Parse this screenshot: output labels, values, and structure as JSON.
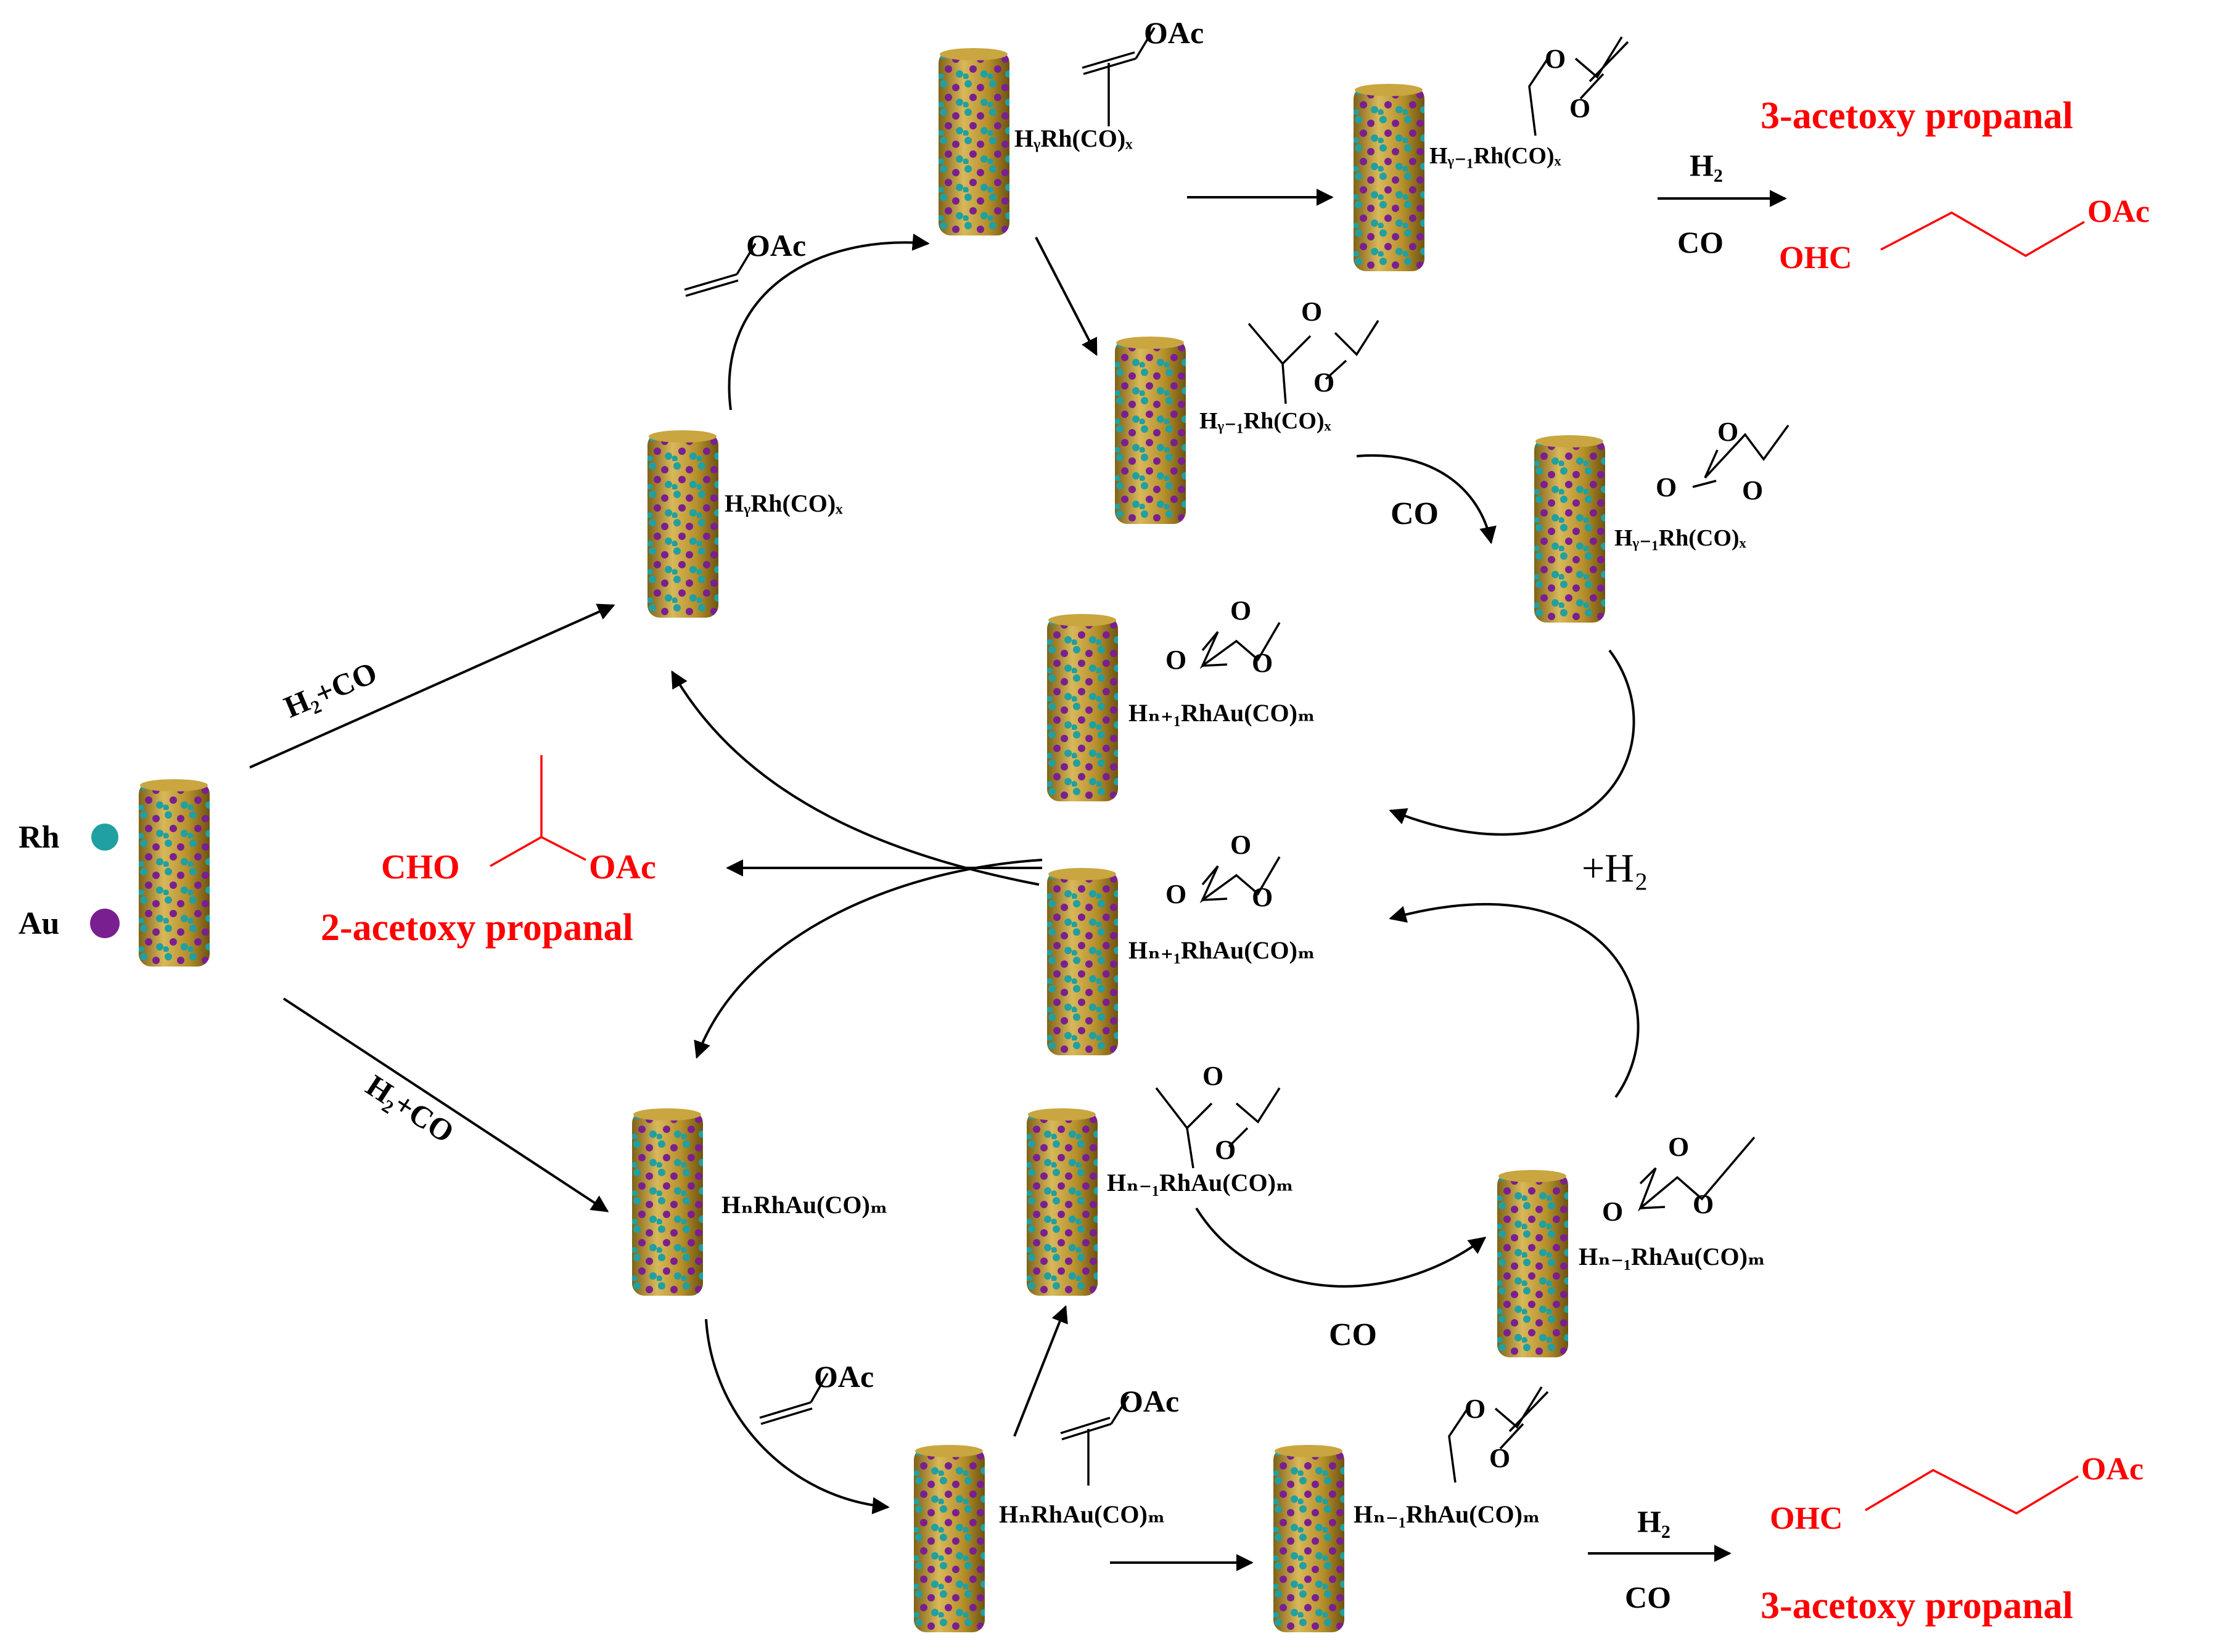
{
  "legend": {
    "rh_label": "Rh",
    "au_label": "Au",
    "rh_color": "#20a0a0",
    "au_color": "#7a1f8f"
  },
  "colors": {
    "tube_body": "#b58f2a",
    "tube_light": "#d8b85a",
    "tube_dark": "#7e6218",
    "product_text": "#ff0000"
  },
  "reagents": {
    "h2_co_upper": "H₂+CO",
    "h2_co_lower": "H₂+CO",
    "vinyl_acetate": "OAc",
    "co": "CO",
    "h2": "H₂",
    "plus_h2": "+H₂",
    "o": "O"
  },
  "complexes": {
    "hyrh": "HᵧRh(CO)ₓ",
    "hy1rh": "Hᵧ₋₁Rh(CO)ₓ",
    "hnrhau": "HₙRhAu(CO)ₘ",
    "hn1rhau": "Hₙ₋₁RhAu(CO)ₘ",
    "hnp1rhau": "Hₙ₊₁RhAu(CO)ₘ"
  },
  "products": {
    "three_name": "3-acetoxy propanal",
    "two_name": "2-acetoxy propanal",
    "ohc": "OHC",
    "cho": "CHO",
    "oac": "OAc"
  }
}
